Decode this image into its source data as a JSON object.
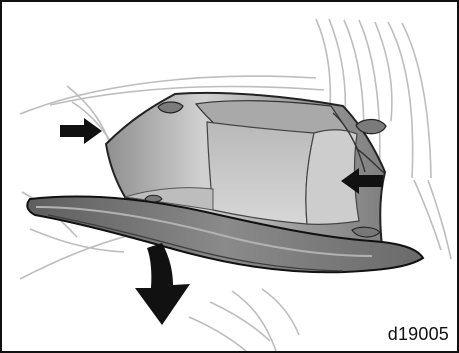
{
  "figure": {
    "id_label": "d19005",
    "illustration": "glove-box-removal",
    "arrows": [
      {
        "name": "left-push-arrow-icon",
        "direction": "right"
      },
      {
        "name": "right-push-arrow-icon",
        "direction": "left"
      },
      {
        "name": "lower-down-arrow-icon",
        "direction": "down"
      }
    ]
  }
}
